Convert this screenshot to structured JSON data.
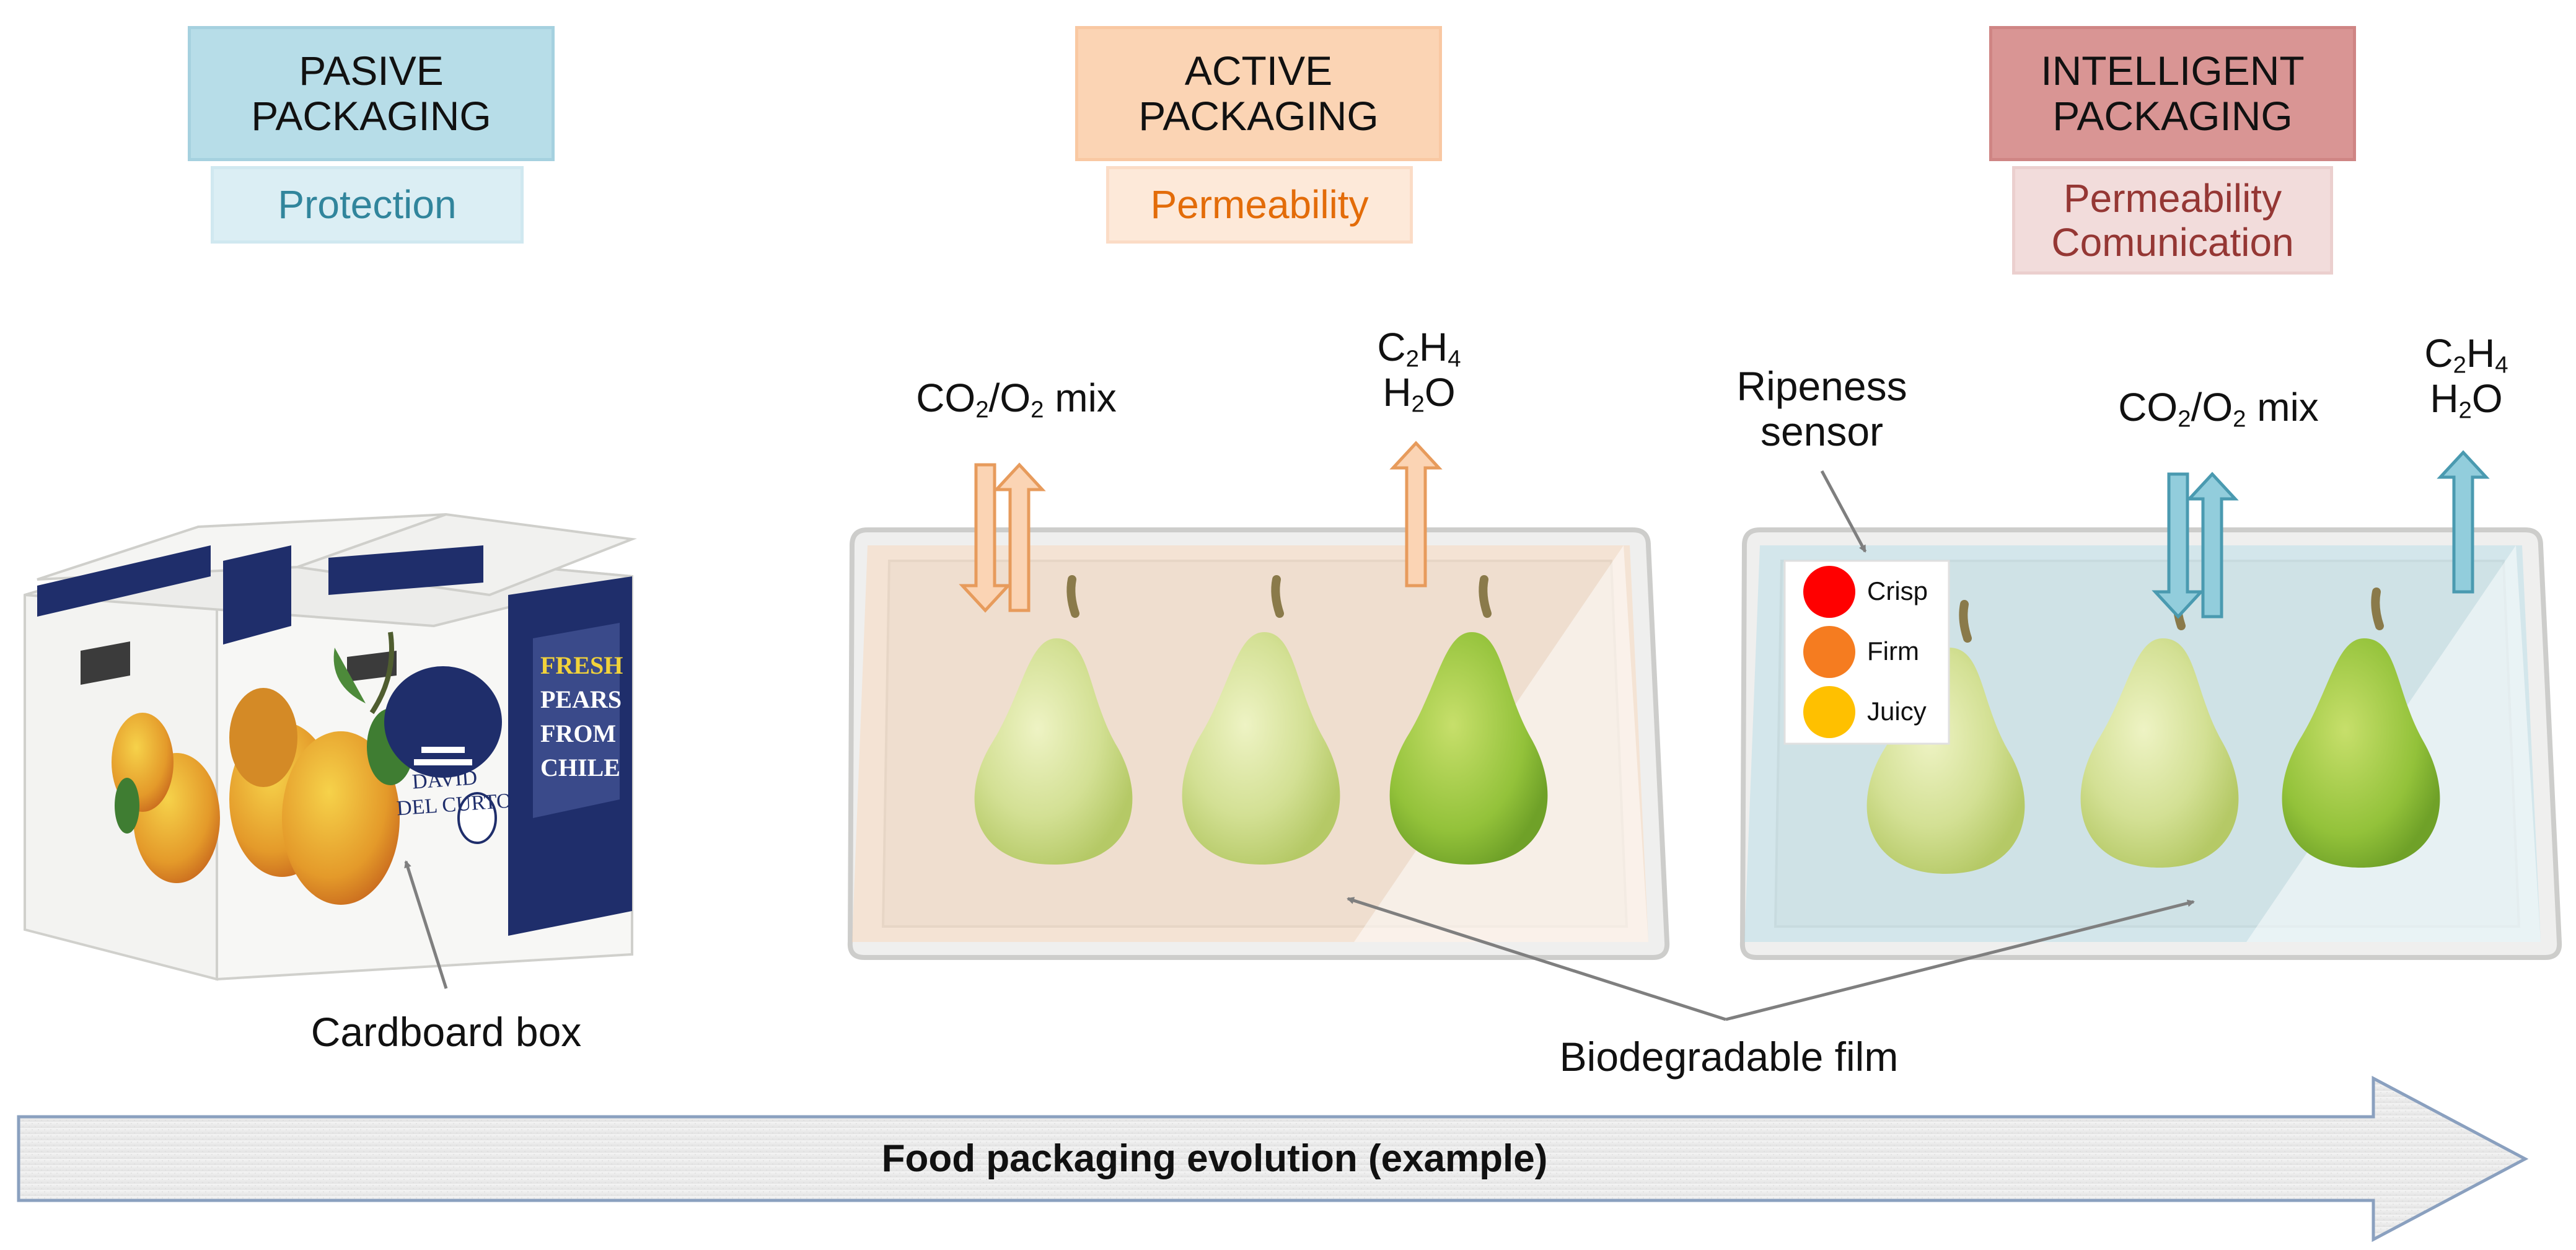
{
  "stages": [
    {
      "title_line1": "PASIVE",
      "title_line2": "PACKAGING",
      "function_line1": "Protection",
      "function_line2": "",
      "header_color": "#b7dde8",
      "sub_color": "#dbeef4",
      "text_color": "#31859c"
    },
    {
      "title_line1": "ACTIVE",
      "title_line2": "PACKAGING",
      "function_line1": "Permeability",
      "function_line2": "",
      "header_color": "#fbd4b4",
      "sub_color": "#fde9d9",
      "text_color": "#e36c09"
    },
    {
      "title_line1": "INTELLIGENT",
      "title_line2": "PACKAGING",
      "function_line1": "Permeability",
      "function_line2": "Comunication",
      "header_color": "#d99594",
      "sub_color": "#f2dcdb",
      "text_color": "#953734"
    }
  ],
  "labels": {
    "cardboard_box": "Cardboard box",
    "biodegradable_film": "Biodegradable film",
    "ripeness_sensor_line1": "Ripeness",
    "ripeness_sensor_line2": "sensor"
  },
  "gases": {
    "mix_pre": "CO",
    "mix_sub1": "2",
    "mix_mid": "/O",
    "mix_sub2": "2",
    "mix_post": " mix",
    "ethylene_pre": "C",
    "ethylene_sub1": "2",
    "ethylene_mid": "H",
    "ethylene_sub2": "4",
    "water_pre": "H",
    "water_sub": "2",
    "water_post": "O"
  },
  "sensor_legend": [
    {
      "label": "Crisp",
      "color": "#ff0000"
    },
    {
      "label": "Firm",
      "color": "#f57c20"
    },
    {
      "label": "Juicy",
      "color": "#ffc000"
    }
  ],
  "box_print": {
    "brand_line1": "DAVID",
    "brand_line2": "DEL CURTO",
    "side_line1": "FRESH",
    "side_line2": "PEARS",
    "side_line3": "FROM",
    "side_line4": "CHILE"
  },
  "timeline": {
    "label": "Food packaging evolution (example)"
  },
  "colors": {
    "active_arrow": "#fbd4b4",
    "active_arrow_stroke": "#e79b5c",
    "intelligent_arrow": "#92cddc",
    "intelligent_arrow_stroke": "#4a9ab0",
    "box_navy": "#1f2e6b",
    "pear_green": "#c9dc7c"
  }
}
